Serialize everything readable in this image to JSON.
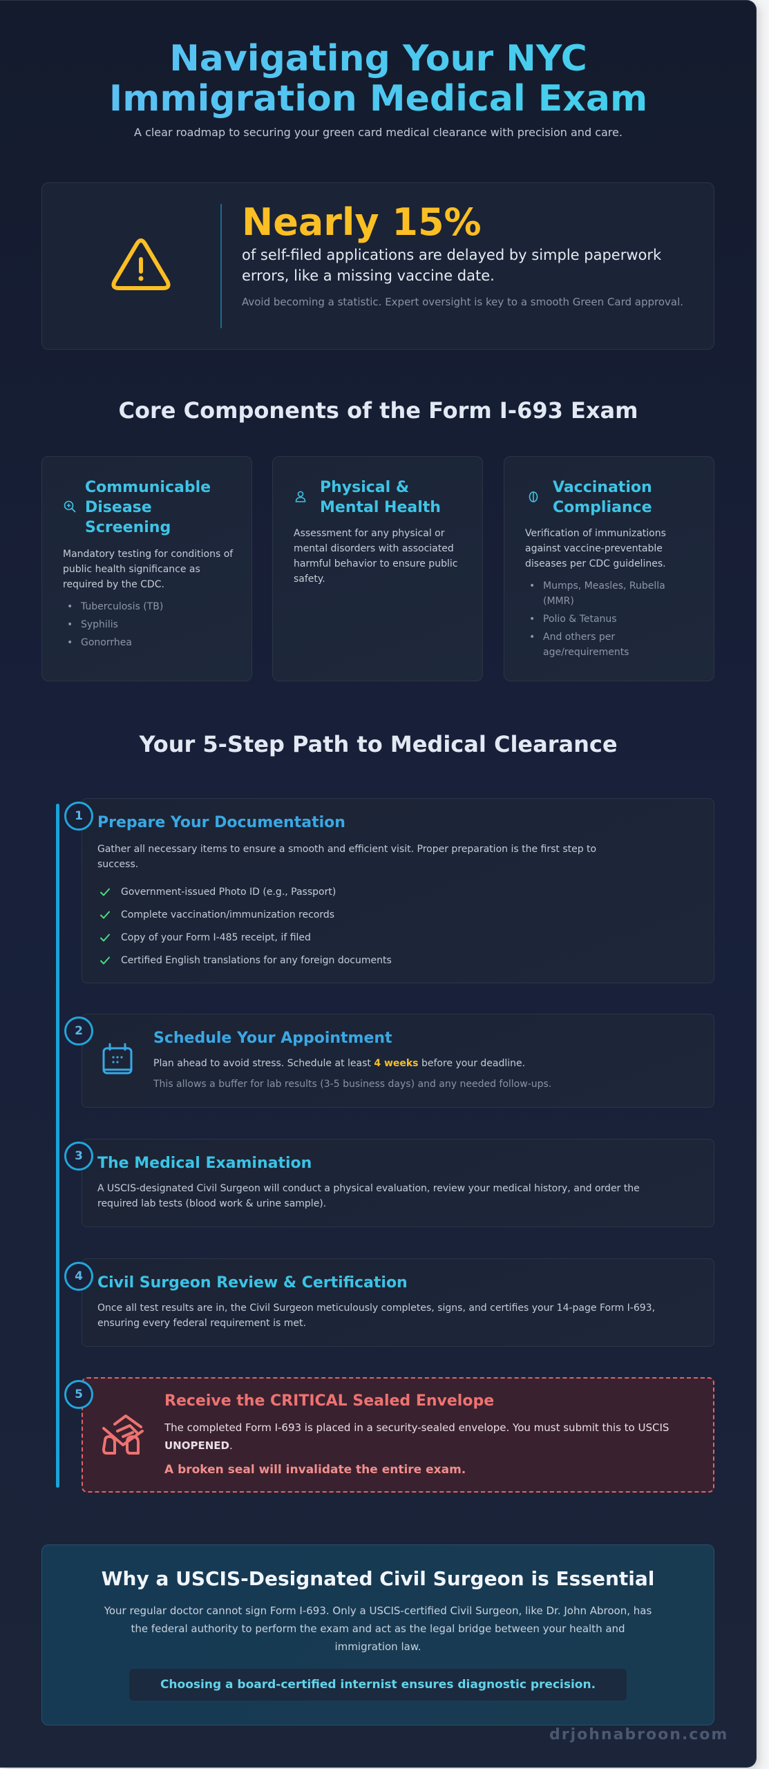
{
  "header": {
    "title_line1": "Navigating Your NYC",
    "title_line2": "Immigration Medical Exam",
    "subtitle": "A clear roadmap to securing your green card medical clearance with precision and care."
  },
  "stat": {
    "icon": "warning-triangle-icon",
    "headline": "Nearly 15%",
    "description": "of self-filed applications are delayed by simple paperwork errors, like a missing vaccine date.",
    "note": "Avoid becoming a statistic. Expert oversight is key to a smooth Green Card approval."
  },
  "components": {
    "heading": "Core Components of the Form I-693 Exam",
    "cards": [
      {
        "icon": "magnify-plus-icon",
        "title": "Communicable Disease Screening",
        "body": "Mandatory testing for conditions of public health significance as required by the CDC.",
        "items": [
          "Tuberculosis (TB)",
          "Syphilis",
          "Gonorrhea"
        ]
      },
      {
        "icon": "person-icon",
        "title": "Physical & Mental Health",
        "body": "Assessment for any physical or mental disorders with associated harmful behavior to ensure public safety.",
        "items": []
      },
      {
        "icon": "vaccine-capsule-icon",
        "title": "Vaccination Compliance",
        "body": "Verification of immunizations against vaccine-preventable diseases per CDC guidelines.",
        "items": [
          "Mumps, Measles, Rubella (MMR)",
          "Polio & Tetanus",
          "And others per age/requirements"
        ]
      }
    ]
  },
  "steps": {
    "heading": "Your 5-Step Path to Medical Clearance",
    "items": [
      {
        "number": "1",
        "title": "Prepare Your Documentation",
        "body": "Gather all necessary items to ensure a smooth and efficient visit. Proper preparation is the first step to success.",
        "checklist": [
          "Government-issued Photo ID (e.g., Passport)",
          "Complete vaccination/immunization records",
          "Copy of your Form I-485 receipt, if filed",
          "Certified English translations for any foreign documents"
        ]
      },
      {
        "number": "2",
        "icon": "calendar-icon",
        "title": "Schedule Your Appointment",
        "body_pre": "Plan ahead to avoid stress. Schedule at least ",
        "body_highlight": "4 weeks",
        "body_post": " before your deadline.",
        "note": "This allows a buffer for lab results (3-5 business days) and any needed follow-ups."
      },
      {
        "number": "3",
        "title": "The Medical Examination",
        "body": "A USCIS-designated Civil Surgeon will conduct a physical evaluation, review your medical history, and order the required lab tests (blood work & urine sample)."
      },
      {
        "number": "4",
        "title": "Civil Surgeon Review & Certification",
        "body": "Once all test results are in, the Civil Surgeon meticulously completes, signs, and certifies your 14-page Form I-693, ensuring every federal requirement is met."
      },
      {
        "number": "5",
        "icon": "sealed-envelope-handshake-icon",
        "title": "Receive the CRITICAL Sealed Envelope",
        "body_pre": "The completed Form I-693 is placed in a security-sealed envelope. You must submit this to USCIS ",
        "body_strong": "UNOPENED",
        "body_post": ".",
        "warning": "A broken seal will invalidate the entire exam."
      }
    ]
  },
  "why": {
    "title": "Why a USCIS-Designated Civil Surgeon is Essential",
    "body": "Your regular doctor cannot sign Form I-693. Only a USCIS-certified Civil Surgeon, like Dr. John Abroon, has the federal authority to perform the exam and act as the legal bridge between your health and immigration law.",
    "callout": "Choosing a board-certified internist ensures diagnostic precision."
  },
  "footer": {
    "domain": "drjohnabroon.com"
  },
  "colors": {
    "accent_cyan": "#3cc3e5",
    "accent_blue": "#3aa8e4",
    "warning_yellow": "#fbbf24",
    "critical_red": "#ee7371",
    "check_green": "#4ade80",
    "background": "#161e32"
  }
}
